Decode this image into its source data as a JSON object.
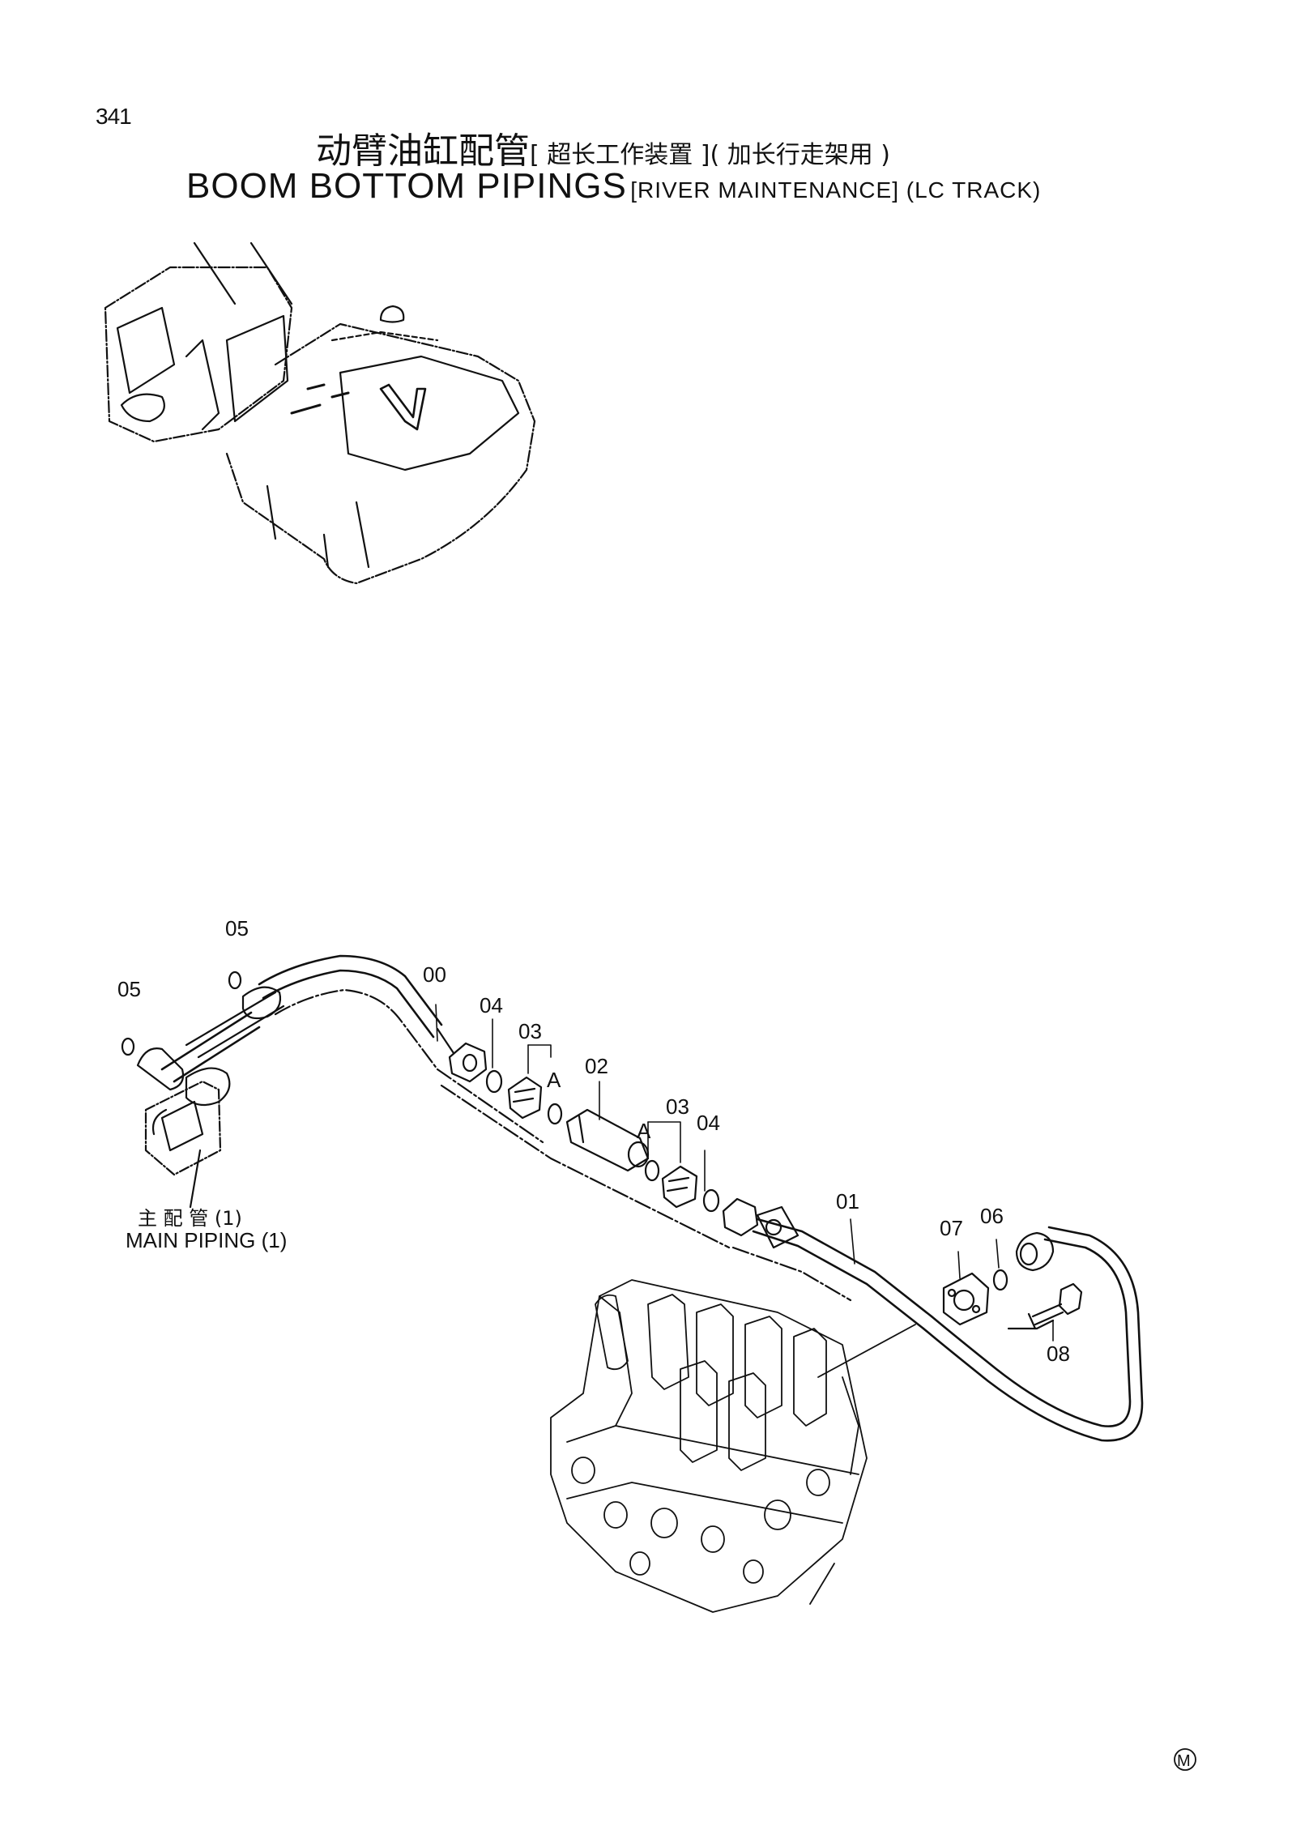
{
  "header": {
    "page_number": "341",
    "title_cn": "动臂油缸配管",
    "subtitle_cn": "[ 超长工作装置 ]( 加长行走架用 )",
    "title_en": "BOOM  BOTTOM  PIPINGS",
    "subtitle_en": "[RIVER MAINTENANCE] (LC  TRACK)"
  },
  "callouts": {
    "c00": "00",
    "c01": "01",
    "c02": "02",
    "c03a": "03",
    "c03b": "03",
    "c04a": "04",
    "c04b": "04",
    "c05a": "05",
    "c05b": "05",
    "c06": "06",
    "c07": "07",
    "c08": "08",
    "markA1": "A",
    "markA2": "A"
  },
  "notes": {
    "main_piping_cn": "主 配 管 (1)",
    "main_piping_en": "MAIN  PIPING  (1)"
  },
  "footer": {
    "mark": "M"
  }
}
